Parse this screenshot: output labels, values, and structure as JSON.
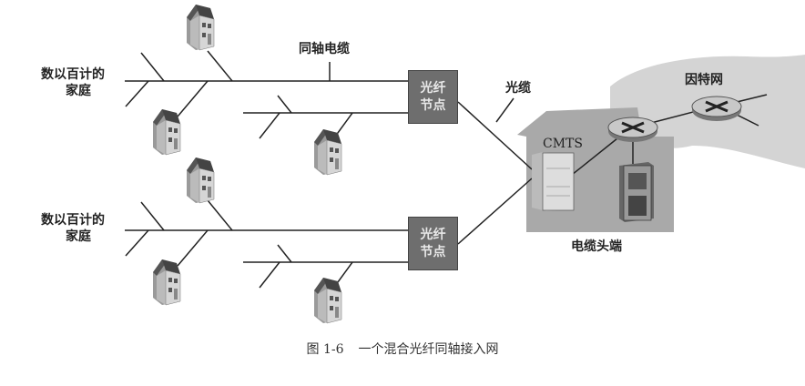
{
  "labels": {
    "homes_line1": "数以百计的",
    "homes_line2": "家庭",
    "coax": "同轴电缆",
    "fiber_cable": "光缆",
    "fiber_node_line1": "光纤",
    "fiber_node_line2": "节点",
    "cmts": "CMTS",
    "internet": "因特网",
    "headend": "电缆头端"
  },
  "caption": {
    "number": "图 1-6",
    "title": "一个混合光纤同轴接入网"
  },
  "colors": {
    "node_fill": "#6e6e6e",
    "building_fill": "#a9a9a9",
    "cloud_fill": "#d4d4d4"
  }
}
